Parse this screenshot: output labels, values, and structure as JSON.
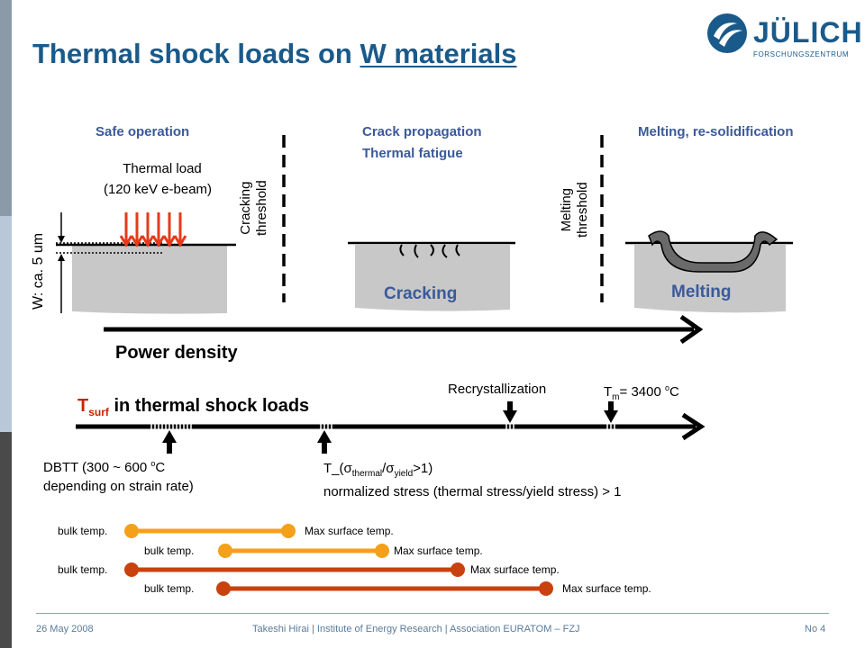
{
  "title_plain": "Thermal shock loads on ",
  "title_link": "W materials",
  "logo": {
    "name": "JÜLICH",
    "sub": "FORSCHUNGSZENTRUM"
  },
  "phases": {
    "safe": "Safe operation",
    "crack_line1": "Crack propagation",
    "crack_line2": "Thermal fatigue",
    "melt": "Melting, re-solidification"
  },
  "thermal_load_line1": "Thermal load",
  "thermal_load_line2": "(120 keV e-beam)",
  "cracking_threshold_line1": "Cracking",
  "cracking_threshold_line2": "threshold",
  "melting_threshold_line1": "Melting",
  "melting_threshold_line2": "threshold",
  "w_depth": "W: ca. 5 um",
  "cracking_label": "Cracking",
  "melting_label": "Melting",
  "power_density": "Power density",
  "tsurf_prefix": "T",
  "tsurf_sub": "surf",
  "tsurf_suffix": " in thermal shock loads",
  "recrystallization": "Recrystallization",
  "tm_prefix": "T",
  "tm_sub": "m",
  "tm_value": "= 3400 ",
  "tm_unit_sup": "o",
  "tm_unit": "C",
  "dbtt_line1_a": "DBTT (300 ~ 600 ",
  "dbtt_sup": "o",
  "dbtt_line1_b": "C",
  "dbtt_line2": "depending on strain rate)",
  "tsigma_a": "T_(σ",
  "tsigma_sub1": "thermal",
  "tsigma_b": "/σ",
  "tsigma_sub2": "yield",
  "tsigma_c": ">1)",
  "normalized_stress": "normalized stress (thermal stress/yield stress) > 1",
  "ranges": [
    {
      "start": "bulk temp.",
      "end": "Max surface temp.",
      "color": "#f5a01a"
    },
    {
      "start": "bulk temp.",
      "end": "Max surface temp.",
      "color": "#f5a01a"
    },
    {
      "start": "bulk temp.",
      "end": "Max surface temp.",
      "color": "#c8410e"
    },
    {
      "start": "bulk temp.",
      "end": "Max surface temp.",
      "color": "#c8410e"
    }
  ],
  "footer": {
    "date": "26 May 2008",
    "author": "Takeshi Hirai | Institute of Energy Research | Association EURATOM – FZJ",
    "page": "No 4"
  }
}
